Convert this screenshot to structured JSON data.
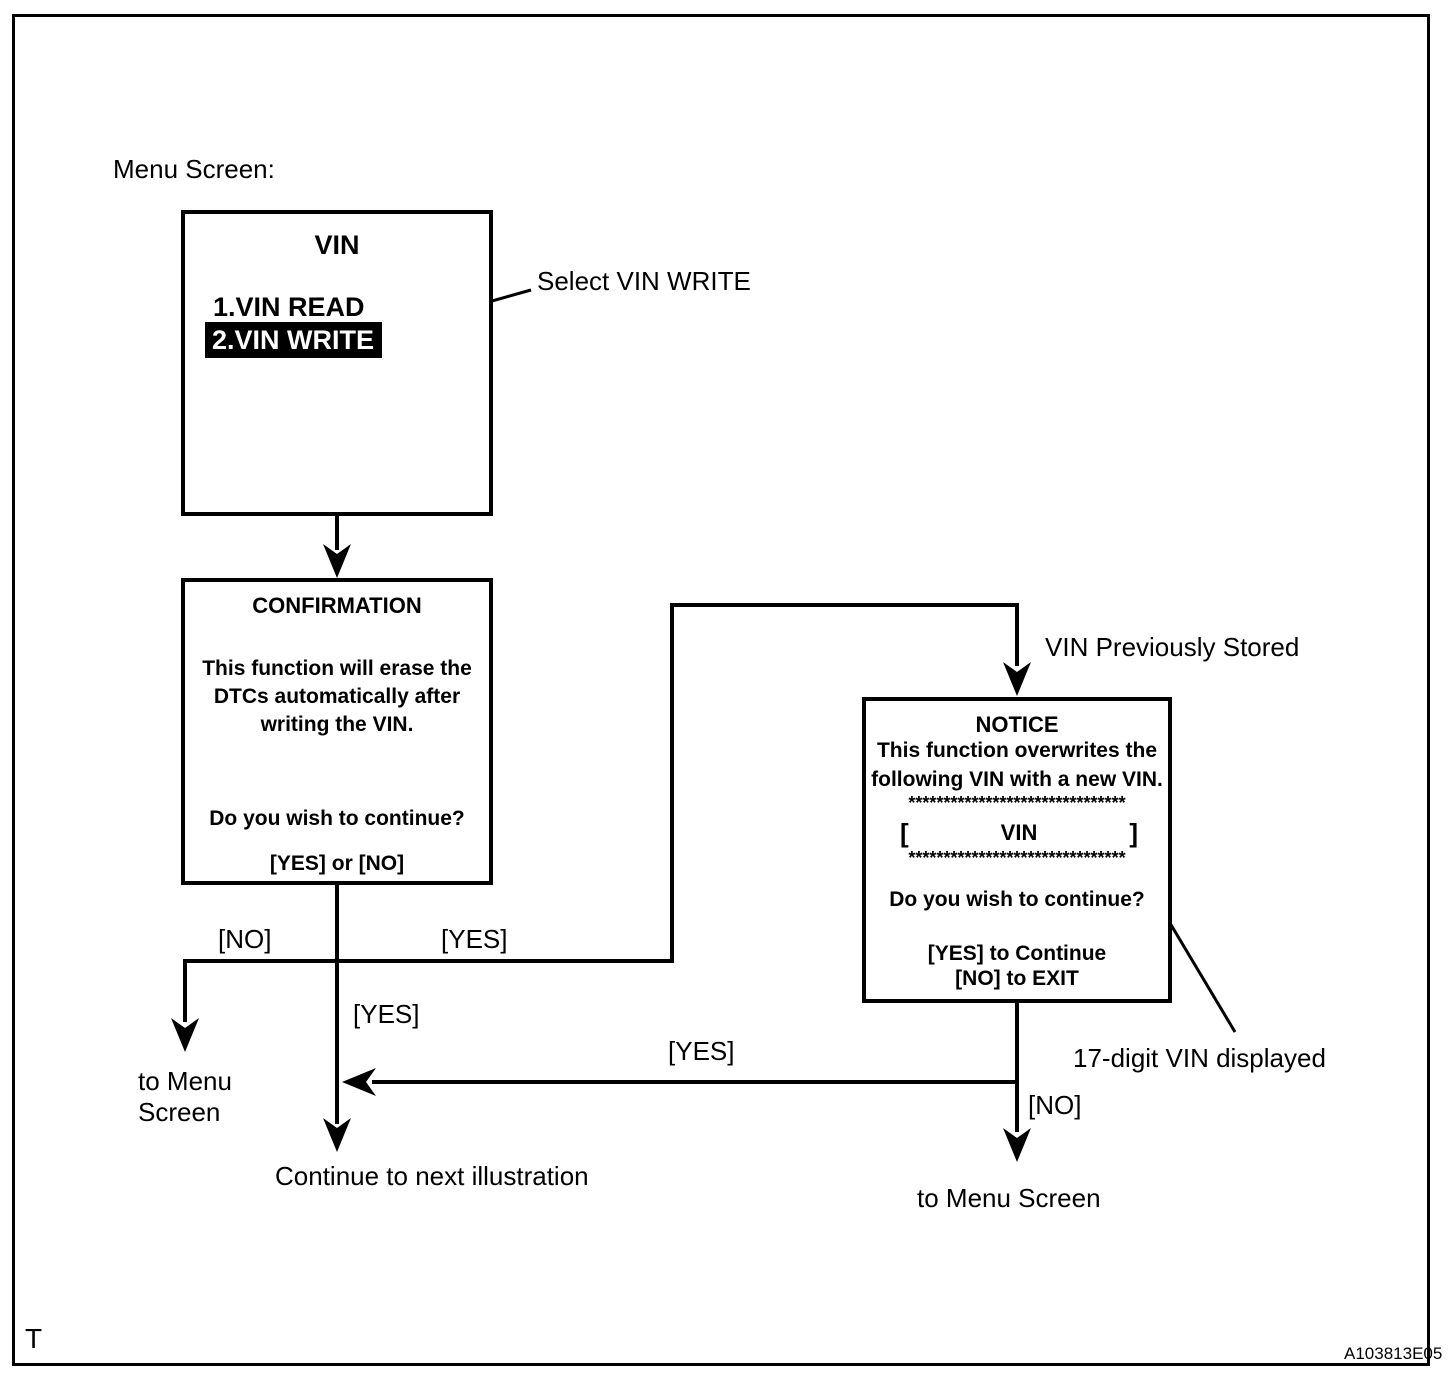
{
  "page": {
    "menu_screen_label": "Menu Screen:",
    "corner_mark": "T",
    "figure_id": "A103813E05"
  },
  "vin_menu": {
    "title": "VIN",
    "items": [
      {
        "label": "1.VIN READ",
        "selected": false
      },
      {
        "label": "2.VIN WRITE",
        "selected": true
      }
    ]
  },
  "confirmation": {
    "title": "CONFIRMATION",
    "body_lines": [
      "This function will erase the",
      "DTCs automatically after",
      "writing the VIN."
    ],
    "question": "Do you wish to continue?",
    "options": "[YES] or [NO]"
  },
  "notice": {
    "title": "NOTICE",
    "body_lines": [
      "This function overwrites the",
      "following VIN with a new VIN."
    ],
    "stars": "*******************************",
    "vin_field": {
      "open": "[",
      "label": "VIN",
      "close": "]"
    },
    "question": "Do you wish to continue?",
    "yes_line": "[YES] to Continue",
    "no_line": "[NO] to EXIT"
  },
  "annotations": {
    "select_vin_write": "Select VIN WRITE",
    "vin_previously_stored": "VIN Previously Stored",
    "seventeen_digit_vin": "17-digit VIN displayed",
    "continue_next_illustration": "Continue to next illustration",
    "to_menu_screen_left_line1": "to Menu",
    "to_menu_screen_left_line2": "Screen",
    "to_menu_screen_right": "to Menu Screen"
  },
  "branch_labels": {
    "no_left": "[NO]",
    "yes_top": "[YES]",
    "yes_mid": "[YES]",
    "yes_bottom": "[YES]",
    "no_right": "[NO]"
  },
  "colors": {
    "ink": "#000000",
    "paper": "#ffffff",
    "highlight_bg": "#000000",
    "highlight_text": "#ffffff"
  }
}
